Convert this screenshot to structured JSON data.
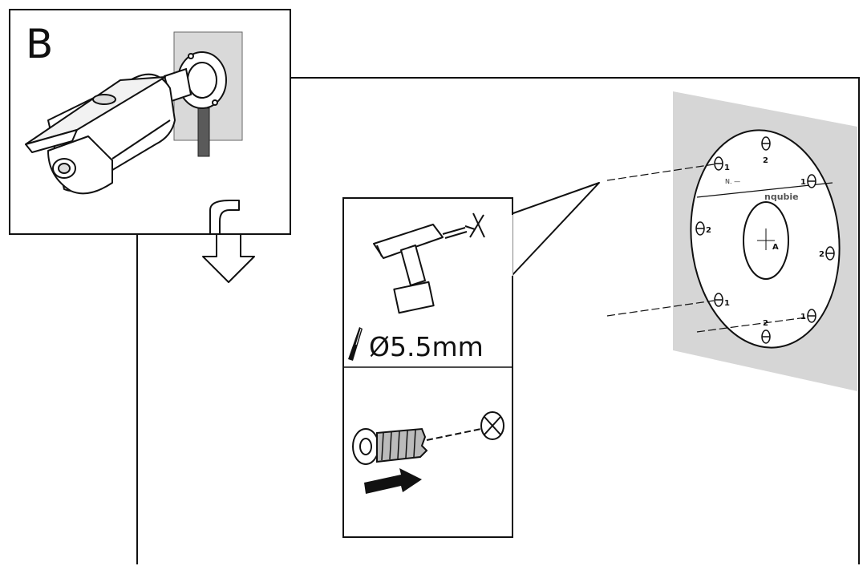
{
  "step": {
    "letter": "B"
  },
  "drill": {
    "bit_label": "Ø5.5mm"
  },
  "template": {
    "hole_labels_outer": [
      "1",
      "2",
      "1",
      "2",
      "1",
      "2"
    ],
    "hole_labels_inner": [
      "2",
      "2"
    ],
    "center_label": "A",
    "bottom_label": "1"
  },
  "icons": [
    "camera-illustration",
    "mount-bracket-icon",
    "down-arrow-icon",
    "drill-icon",
    "drill-bit-icon",
    "wall-anchor-icon",
    "push-arrow-icon",
    "mounting-template-icon"
  ],
  "colors": {
    "line": "#111111",
    "wall": "#d6d6d6",
    "panel_bg": "#ffffff"
  }
}
